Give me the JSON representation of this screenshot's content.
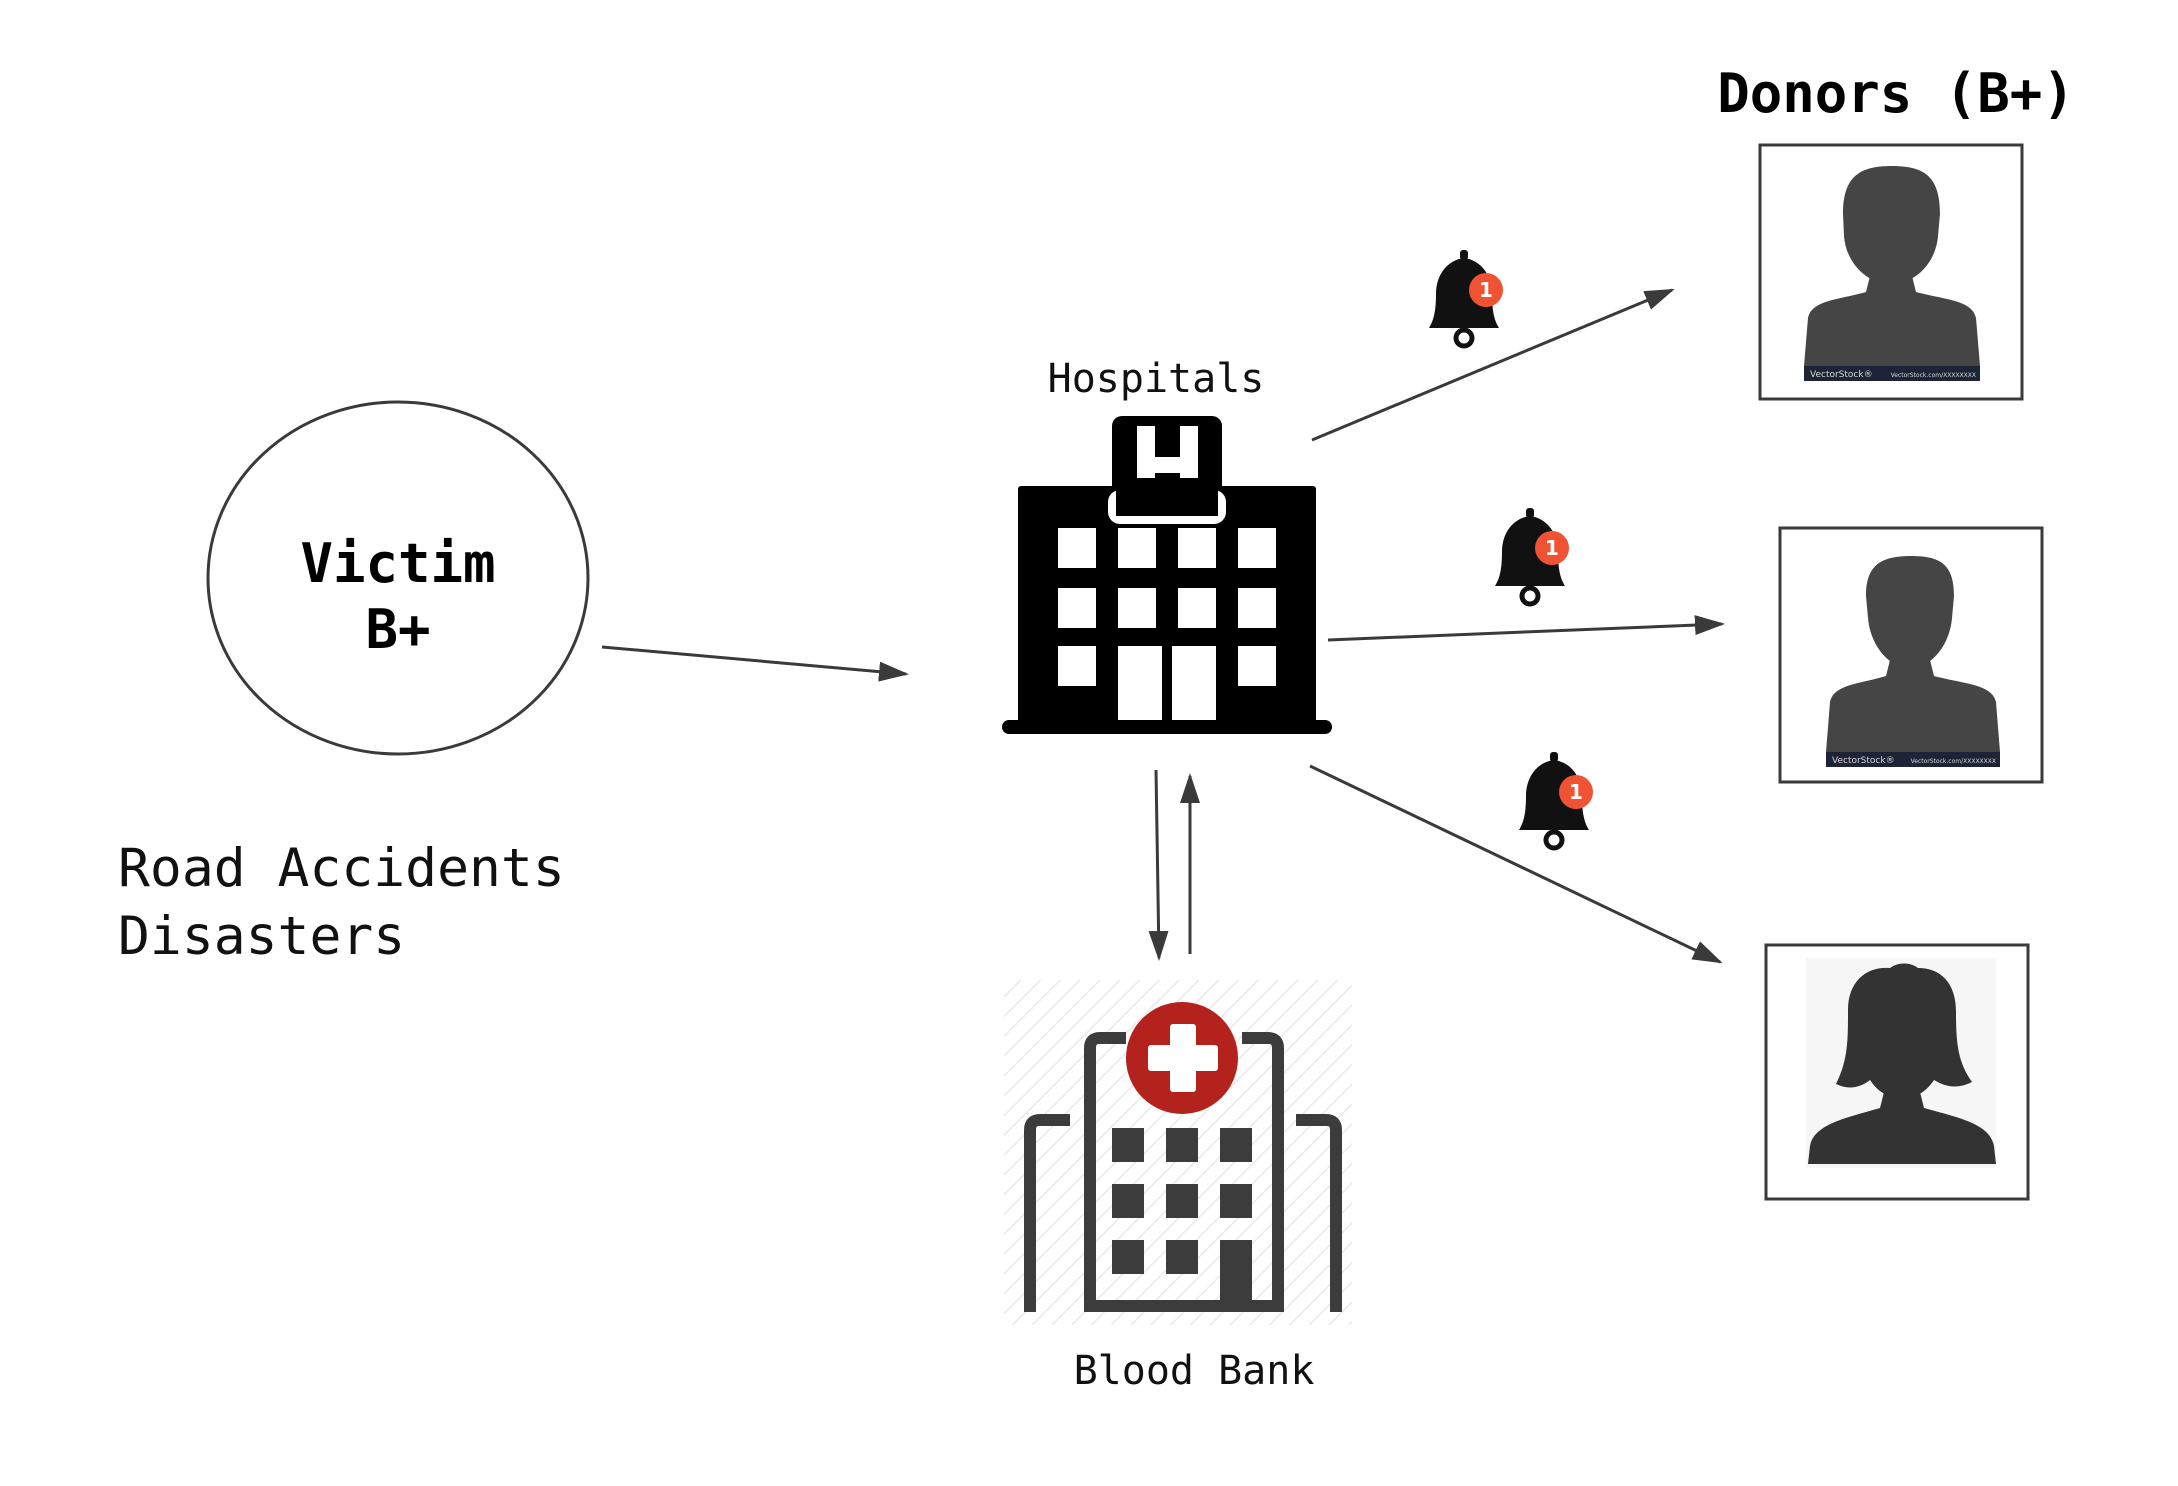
{
  "victim": {
    "line1": "Victim",
    "line2": "B+"
  },
  "causes": {
    "line1": "Road Accidents",
    "line2": "Disasters"
  },
  "hospitals": {
    "label": "Hospitals",
    "sign_letter": "H"
  },
  "blood_bank": {
    "label": "Blood Bank"
  },
  "donors": {
    "title": "Donors (B+)",
    "watermark_left": "VectorStock®",
    "watermark_right": "VectorStock.com/XXXXXXXX"
  },
  "notifications": {
    "count": "1"
  },
  "colors": {
    "badge": "#f05234",
    "blood_cross": "#b3221c",
    "silhouette": "#454545",
    "icon_black": "#000000",
    "arrow": "#3a3a3a"
  },
  "icons": {
    "hospital": "hospital-building-icon",
    "blood_bank": "blood-bank-building-icon",
    "bell": "notification-bell-icon",
    "male_donor": "male-person-silhouette-icon",
    "female_donor": "female-person-silhouette-icon"
  }
}
